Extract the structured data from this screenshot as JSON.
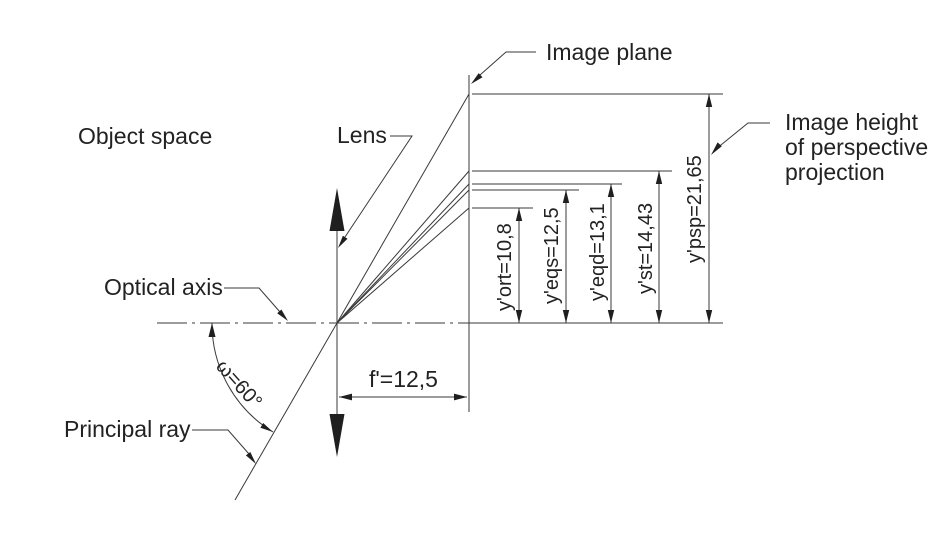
{
  "colors": {
    "background": "#ffffff",
    "line": "#3a3a3a",
    "text": "#222222",
    "arrow_fill": "#1f1f1f"
  },
  "labels": {
    "object_space": "Object space",
    "lens": "Lens",
    "image_plane": "Image plane",
    "optical_axis": "Optical axis",
    "principal_ray": "Principal ray",
    "image_height": {
      "line1": "Image height",
      "line2": "of perspective",
      "line3": "projection"
    }
  },
  "measurements": {
    "angle": {
      "label": "ω=60°",
      "symbol": "ω",
      "value": "60°"
    },
    "focal_length": {
      "label": "f'=12,5",
      "value": "12,5"
    },
    "image_heights": [
      {
        "name": "y'ort",
        "label": "y'ort=10,8",
        "value": "10,8"
      },
      {
        "name": "y'eqs",
        "label": "y'eqs=12,5",
        "value": "12,5"
      },
      {
        "name": "y'eqd",
        "label": "y'eqd=13,1",
        "value": "13,1"
      },
      {
        "name": "y'st",
        "label": "y'st=14,43",
        "value": "14,43"
      },
      {
        "name": "y'psp",
        "label": "y'psp=21,65",
        "value": "21,65"
      }
    ]
  }
}
